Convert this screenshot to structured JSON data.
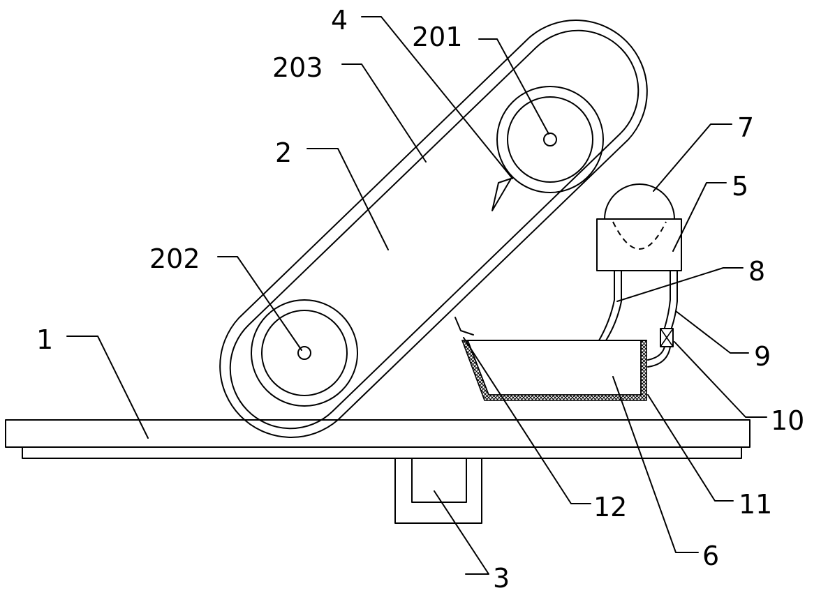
{
  "labels": {
    "l1": "1",
    "l2": "2",
    "l3": "3",
    "l4": "4",
    "l5": "5",
    "l6": "6",
    "l7": "7",
    "l8": "8",
    "l9": "9",
    "l10": "10",
    "l11": "11",
    "l12": "12",
    "l201": "201",
    "l202": "202",
    "l203": "203"
  },
  "colors": {
    "line": "#000000",
    "background": "#ffffff"
  }
}
